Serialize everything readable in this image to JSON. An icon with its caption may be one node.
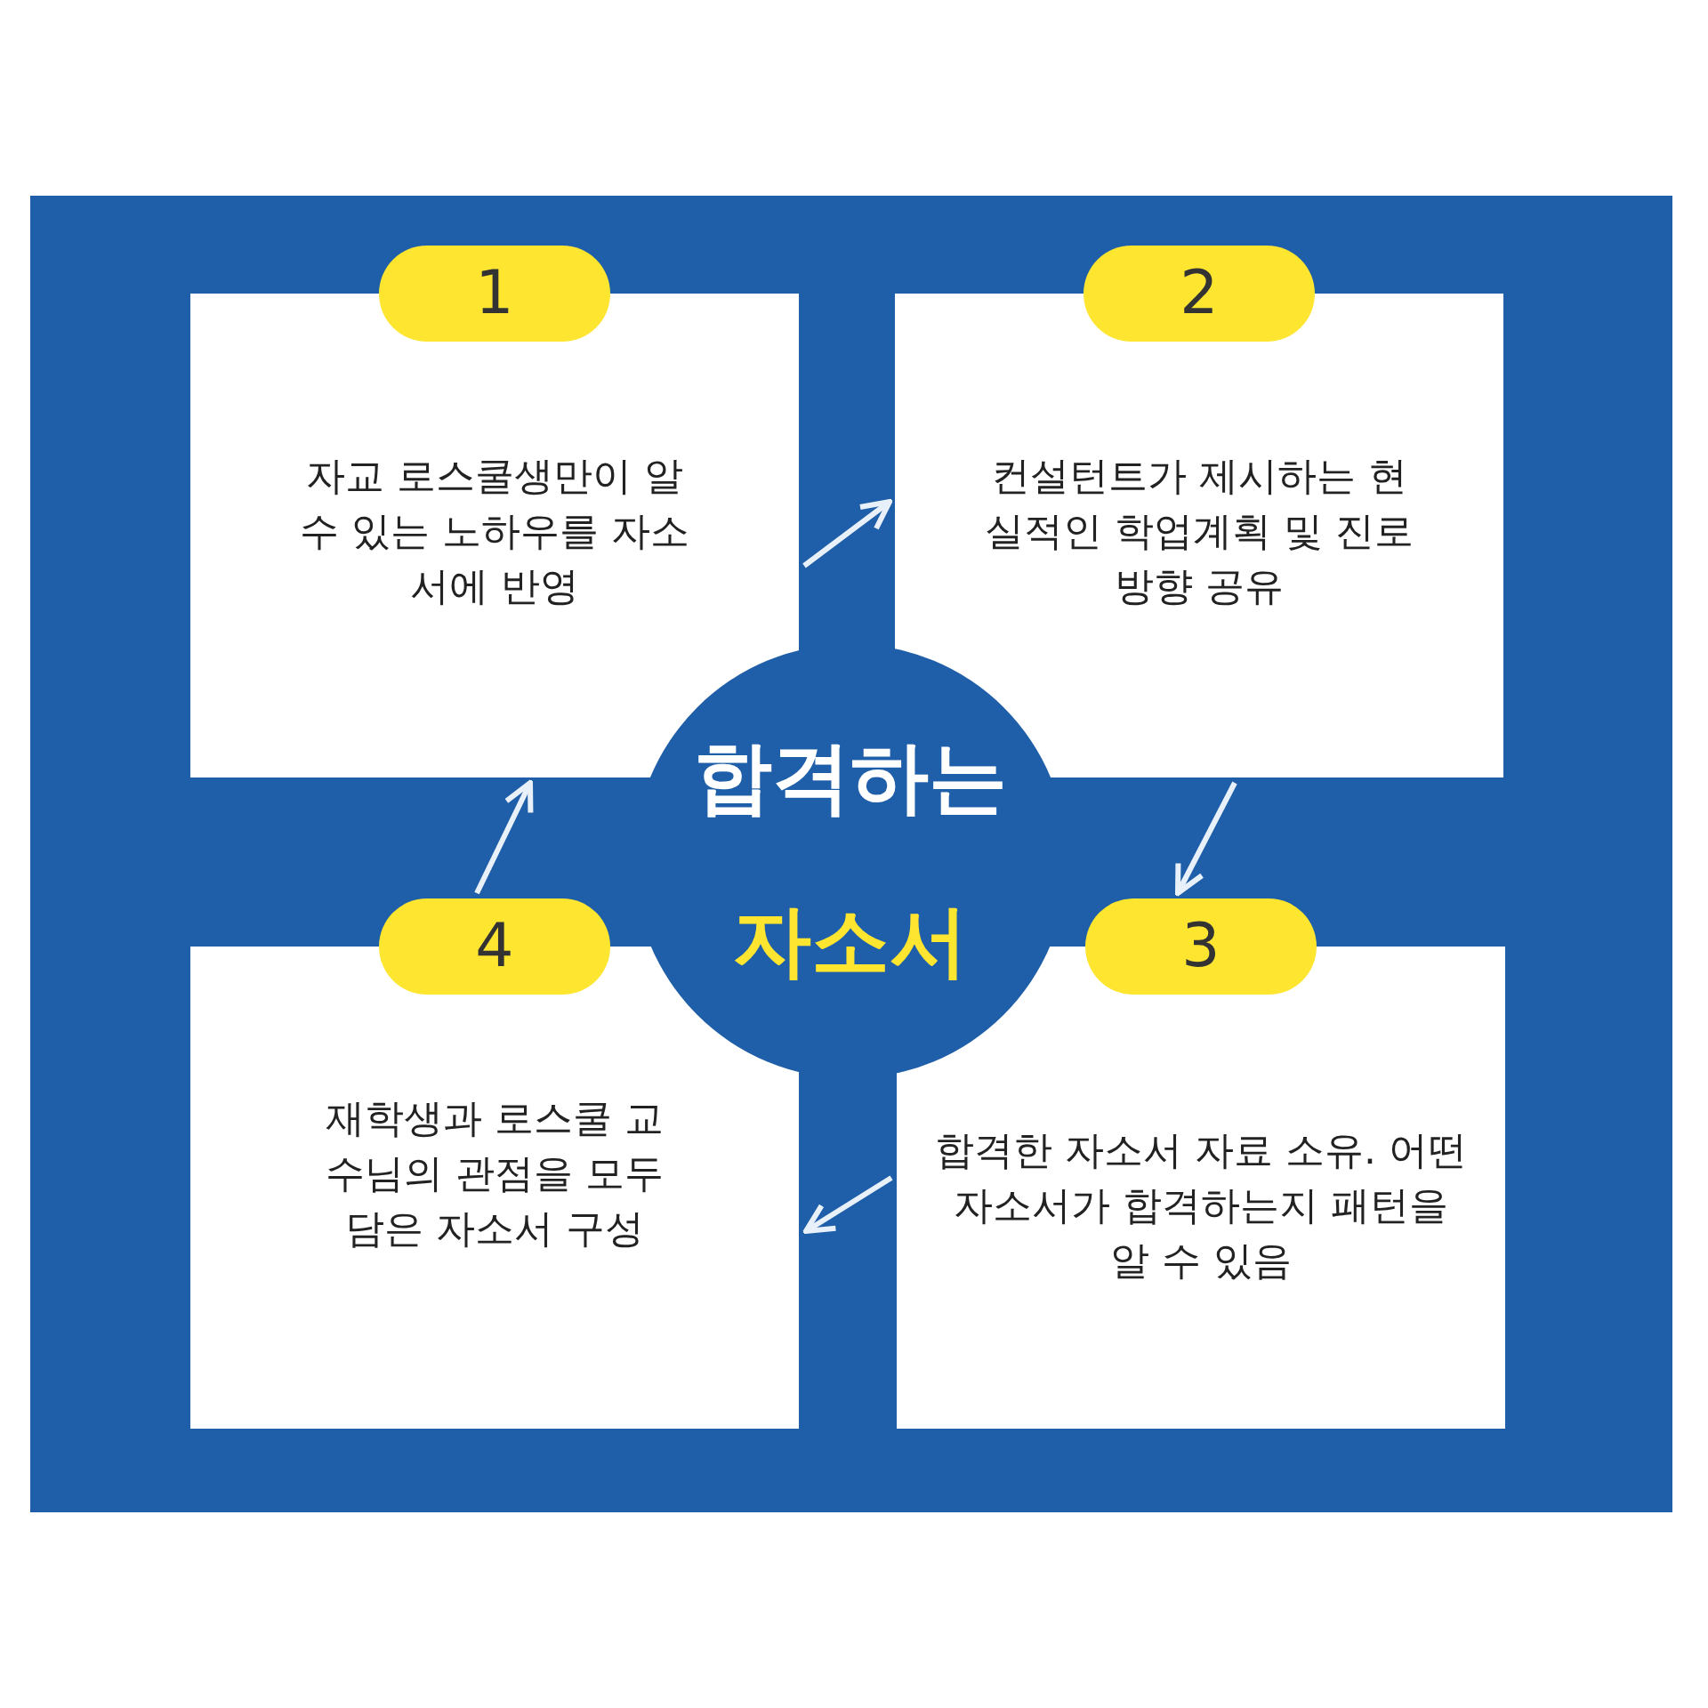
{
  "diagram": {
    "nodes": [
      {
        "text": [
          "1",
          "자교 로스쿨생만이 알 수 있는 노하우를 자소서에 반영"
        ]
      },
      {
        "text": [
          "2",
          "컨설턴트가 제시하는 현실적인 학업계획 및 진로방향 공유"
        ]
      },
      {
        "text": [
          "3",
          "합격한 자소서 자료 소유. 어떤 자소서가 합격하는지 패턴을 알 수 있음"
        ]
      },
      {
        "text": [
          "4",
          "재학생과 로스쿨 교수님의 관점을 모두 담은 자소서 구성"
        ]
      },
      {
        "text": [
          "합격하는",
          "자소서"
        ]
      }
    ],
    "edges": [
      {
        "from": 0,
        "to": 1,
        "arrow": "to"
      },
      {
        "from": 1,
        "to": 2,
        "arrow": "to"
      },
      {
        "from": 2,
        "to": 3,
        "arrow": "to"
      },
      {
        "from": 3,
        "to": 0,
        "arrow": "to"
      }
    ]
  }
}
